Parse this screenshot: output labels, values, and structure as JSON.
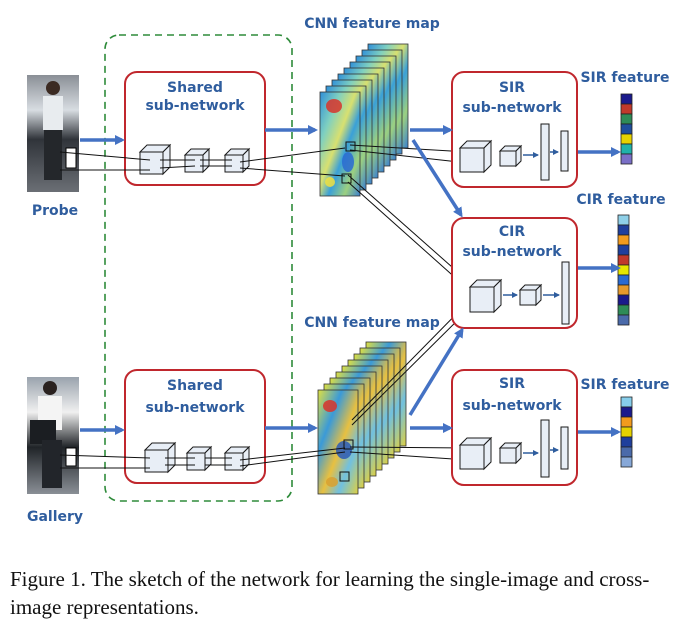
{
  "labels": {
    "probe": "Probe",
    "gallery": "Gallery",
    "shared_line1": "Shared",
    "shared_line2": "sub-network",
    "cnn_feature_map": "CNN feature map",
    "sir_line1": "SIR",
    "sir_line2": "sub-network",
    "cir_line1": "CIR",
    "cir_line2": "sub-network",
    "sir_feature": "SIR feature",
    "cir_feature": "CIR feature"
  },
  "caption": "Figure 1. The sketch of the network for learning the single-image and cross-image representations.",
  "colors": {
    "arrow": "#4472c4",
    "module_border": "#c0272d",
    "shared_dashed_border": "#2e8b3a",
    "label_text": "#2f5d9e"
  },
  "feature_vectors": {
    "sir_top": [
      "#1a1a8c",
      "#c0392b",
      "#2e8b57",
      "#1f4e9c",
      "#e6d200",
      "#20b2aa",
      "#7a6fc7"
    ],
    "cir": [
      "#8fd0e8",
      "#1f3f9c",
      "#f29b1d",
      "#1f3f9c",
      "#c0392b",
      "#e6e600",
      "#2a6ad1",
      "#e69a2c",
      "#1a1a8c",
      "#2e8b57",
      "#4a6aaa"
    ],
    "sir_bottom": [
      "#87ceeb",
      "#1a1a8c",
      "#f29b1d",
      "#e6d200",
      "#1f3f9c",
      "#4a6aaa",
      "#87a8d8"
    ]
  }
}
